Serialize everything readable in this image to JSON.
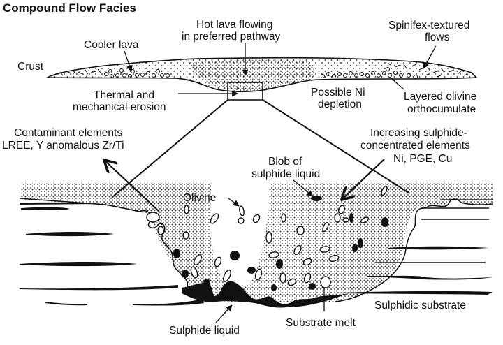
{
  "title": "Compound Flow Facies",
  "labels": {
    "crust": "Crust",
    "cooler_lava": "Cooler lava",
    "hot_lava_1": "Hot lava flowing",
    "hot_lava_2": "in preferred pathway",
    "spinifex_1": "Spinifex-textured",
    "spinifex_2": "flows",
    "erosion_1": "Thermal and",
    "erosion_2": "mechanical erosion",
    "ni_depletion_1": "Possible Ni",
    "ni_depletion_2": "depletion",
    "olivine_ortho_1": "Layered olivine",
    "olivine_ortho_2": "orthocumulate",
    "contaminant_1": "Contaminant elements",
    "contaminant_2": "LREE, Y anomalous Zr/Ti",
    "sulphide_conc_1": "Increasing sulphide-",
    "sulphide_conc_2": "concentrated elements",
    "sulphide_conc_3": "Ni, PGE, Cu",
    "blob_1": "Blob of",
    "blob_2": "sulphide liquid",
    "olivine": "Olivine",
    "sulphidic_substrate": "Sulphidic substrate",
    "sulphide_liquid": "Sulphide liquid",
    "substrate_melt": "Substrate melt"
  },
  "colors": {
    "ink": "#111111",
    "background": "#ffffff"
  }
}
